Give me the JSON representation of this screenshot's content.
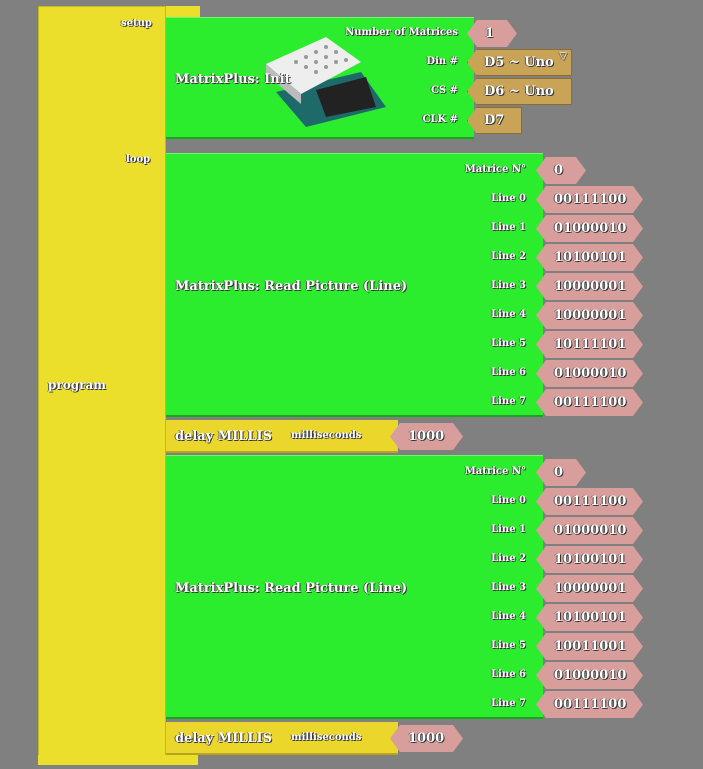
{
  "program": {
    "label": "program",
    "setup_label": "setup",
    "loop_label": "loop"
  },
  "init": {
    "title": "MatrixPlus: Init",
    "fields": [
      {
        "label": "Number of Matrices",
        "value": "1",
        "kind": "number"
      },
      {
        "label": "Din #",
        "value": "D5 ~ Uno",
        "kind": "dropdown"
      },
      {
        "label": "CS #",
        "value": "D6 ~ Uno",
        "kind": "pin"
      },
      {
        "label": "CLK #",
        "value": "D7",
        "kind": "pin"
      }
    ],
    "image": "led-matrix-module-image"
  },
  "read_blocks": [
    {
      "title": "MatrixPlus: Read Picture (Line)",
      "matrice_label": "Matrice N°",
      "matrice": "0",
      "lines": [
        {
          "label": "Line 0",
          "value": "00111100"
        },
        {
          "label": "Line 1",
          "value": "01000010"
        },
        {
          "label": "Line 2",
          "value": "10100101"
        },
        {
          "label": "Line 3",
          "value": "10000001"
        },
        {
          "label": "Line 4",
          "value": "10000001"
        },
        {
          "label": "Line 5",
          "value": "10111101"
        },
        {
          "label": "Line 6",
          "value": "01000010"
        },
        {
          "label": "Line 7",
          "value": "00111100"
        }
      ]
    },
    {
      "title": "MatrixPlus: Read Picture (Line)",
      "matrice_label": "Matrice N°",
      "matrice": "0",
      "lines": [
        {
          "label": "Line 0",
          "value": "00111100"
        },
        {
          "label": "Line 1",
          "value": "01000010"
        },
        {
          "label": "Line 2",
          "value": "10100101"
        },
        {
          "label": "Line 3",
          "value": "10000001"
        },
        {
          "label": "Line 4",
          "value": "10100101"
        },
        {
          "label": "Line 5",
          "value": "10011001"
        },
        {
          "label": "Line 6",
          "value": "01000010"
        },
        {
          "label": "Line 7",
          "value": "00111100"
        }
      ]
    }
  ],
  "delays": [
    {
      "title": "delay MILLIS",
      "label": "milliseconds",
      "value": "1000"
    },
    {
      "title": "delay MILLIS",
      "label": "milliseconds",
      "value": "1000"
    }
  ],
  "dropdown_icon": "triangle-down-icon"
}
